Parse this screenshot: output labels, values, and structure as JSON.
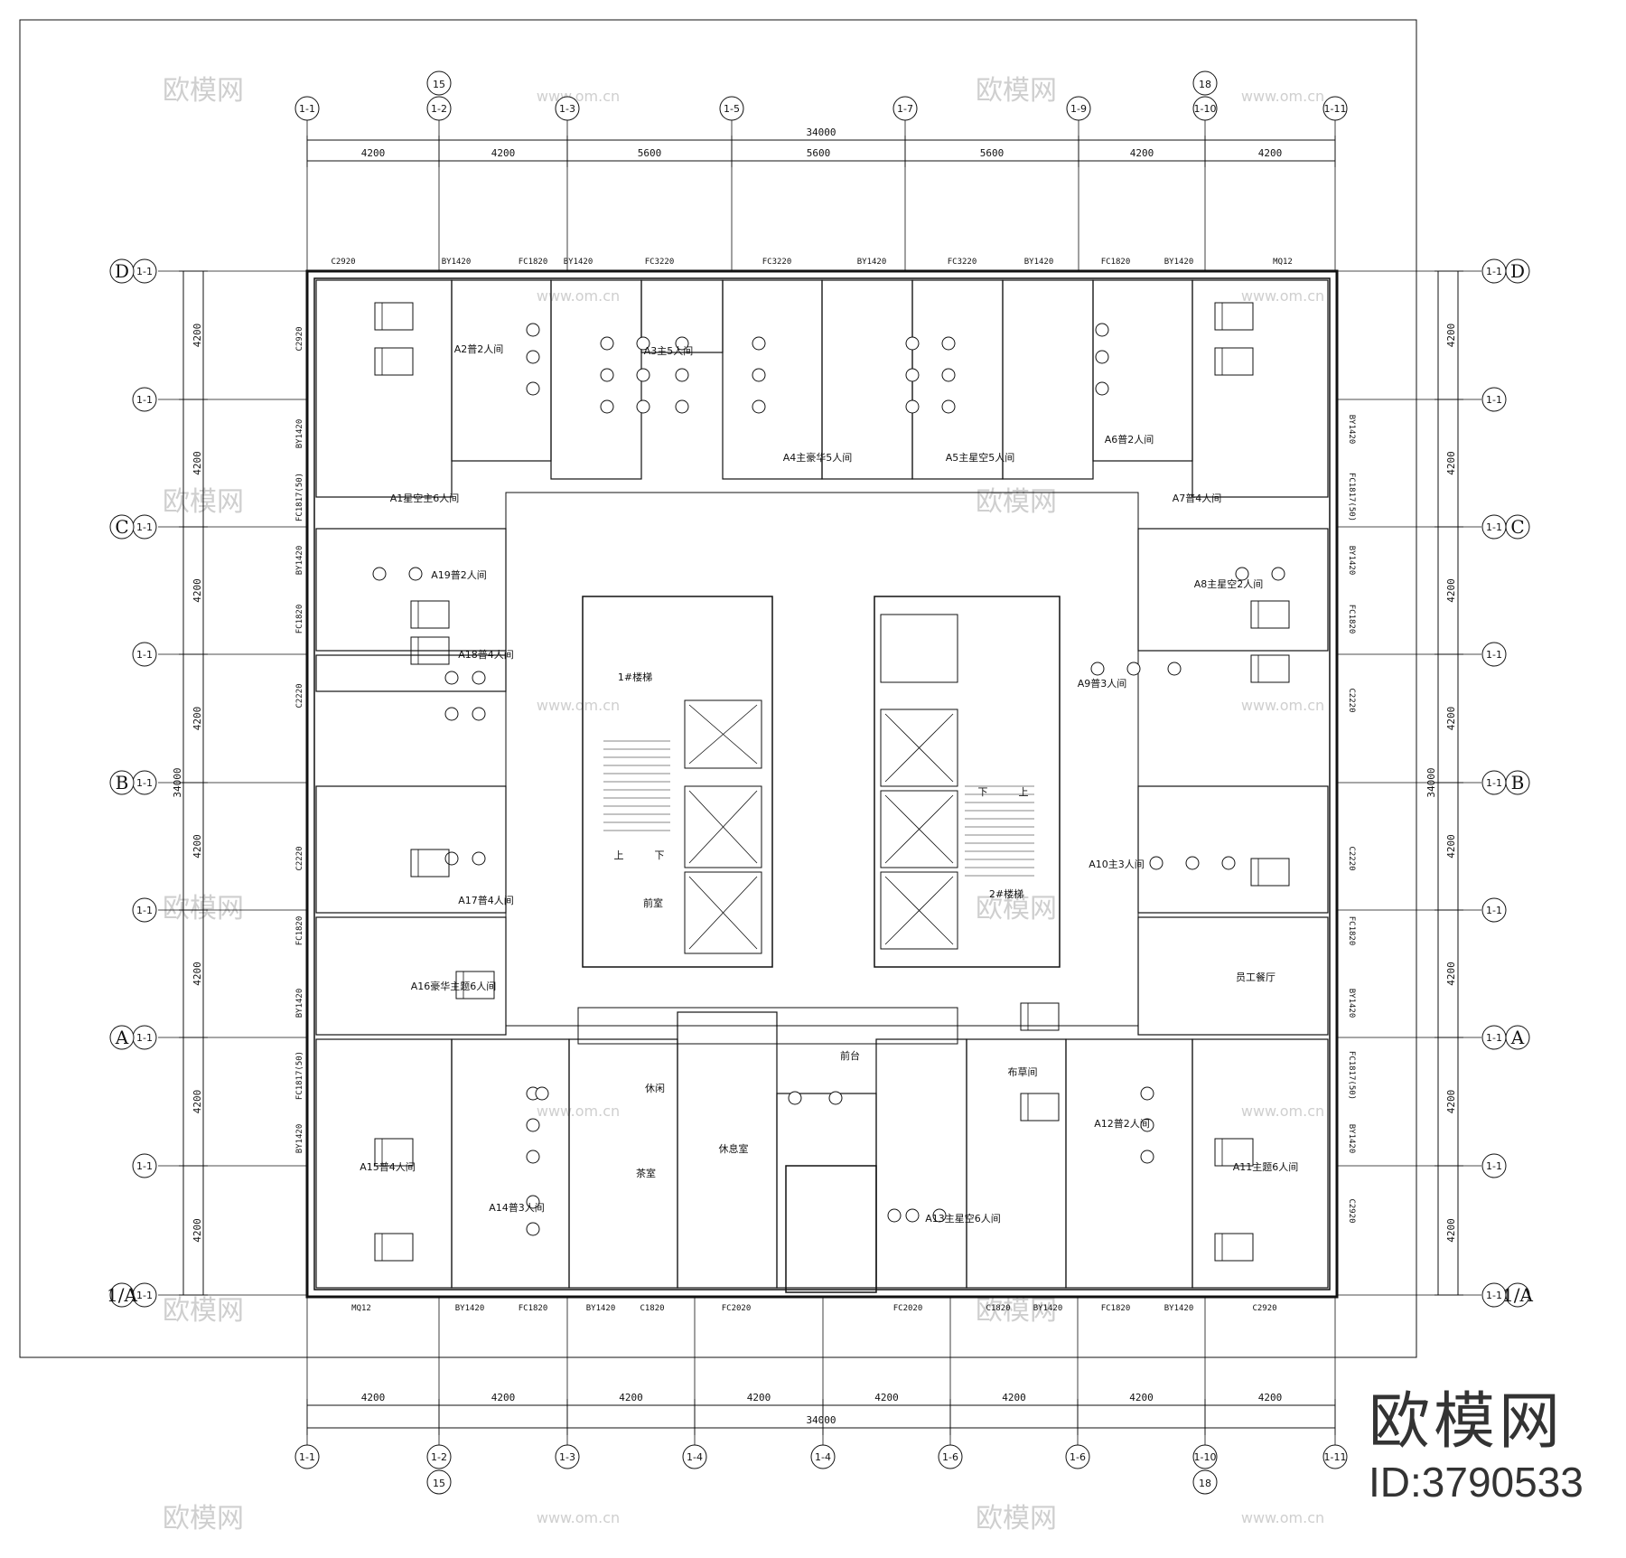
{
  "drawing": {
    "grid_col_top_labels": [
      "1-1",
      "1-2",
      "1-3",
      "1-5",
      "1-7",
      "1-9",
      "1-10",
      "1-11"
    ],
    "grid_col_bottom_labels": [
      "1-1",
      "1-2",
      "1-3",
      "1-4",
      "1-4",
      "1-6",
      "1-6",
      "1-10",
      "1-11"
    ],
    "grid_row_letters": [
      "D",
      "C",
      "B",
      "A",
      "1/A"
    ],
    "grid_row_labels": [
      "1-1",
      "1-1",
      "1-1",
      "1-1",
      "1-1",
      "1-1",
      "1-1",
      "1-1",
      "1-1"
    ],
    "axis_num_15": "15",
    "axis_num_18": "18",
    "top_total": "34000",
    "top_segments": [
      "4200",
      "4200",
      "5600",
      "5600",
      "5600",
      "4200",
      "4200"
    ],
    "bottom_total": "34000",
    "bottom_segments": [
      "4200",
      "4200",
      "4200",
      "4200",
      "4200",
      "4200",
      "4200",
      "4200"
    ],
    "side_total": "34000",
    "side_segments": [
      "4200",
      "4200",
      "4200",
      "4200",
      "4200",
      "4200",
      "4200",
      "4200"
    ],
    "windows_top": [
      "C2920",
      "BY1420",
      "FC1820",
      "BY1420",
      "FC3220",
      "FC3220",
      "BY1420",
      "FC3220",
      "BY1420",
      "FC1820",
      "BY1420",
      "MQ12"
    ],
    "windows_bottom": [
      "MQ12",
      "BY1420",
      "FC1820",
      "BY1420",
      "C1820",
      "FC2020",
      "FC2020",
      "C1820",
      "BY1420",
      "FC1820",
      "BY1420",
      "C2920"
    ],
    "windows_left": [
      "C2920",
      "BY1420",
      "FC1817(50)",
      "BY1420",
      "FC1820",
      "C2220",
      "C2220",
      "FC1820",
      "BY1420",
      "FC1817(50)",
      "BY1420"
    ],
    "windows_right": [
      "BY1420",
      "FC1817(50)",
      "BY1420",
      "FC1820",
      "C2220",
      "C2220",
      "FC1820",
      "BY1420",
      "FC1817(50)",
      "BY1420",
      "C2920"
    ],
    "rooms": {
      "a2": "A2普2人间",
      "a3": "A3主5人间",
      "a4": "A4主豪华5人间",
      "a5": "A5主星空5人间",
      "a6": "A6普2人间",
      "a7": "A7普4人间",
      "a1": "A1星空主6人间",
      "a8": "A8主星空2人间",
      "a19": "A19普2人间",
      "a18": "A18普4人间",
      "a9": "A9普3人间",
      "a17": "A17普4人间",
      "a10": "A10主3人间",
      "a16": "A16豪华主题6人间",
      "staff": "员工餐厅",
      "a15": "A15普4人间",
      "a14": "A14普3人间",
      "a13": "A13主星空6人间",
      "a12": "A12普2人间",
      "a11": "A11主题6人间",
      "stair1": "1#楼梯",
      "stair2": "2#楼梯",
      "lobby": "前室",
      "up": "上",
      "down": "下",
      "front_desk": "前台",
      "rest": "休息室",
      "tea": "茶室",
      "lounge": "休闲",
      "storage": "布草间"
    }
  },
  "watermark": {
    "text": "欧模网",
    "url": "www.om.cn"
  },
  "brand": {
    "name": "欧模网",
    "id": "ID:3790533"
  }
}
